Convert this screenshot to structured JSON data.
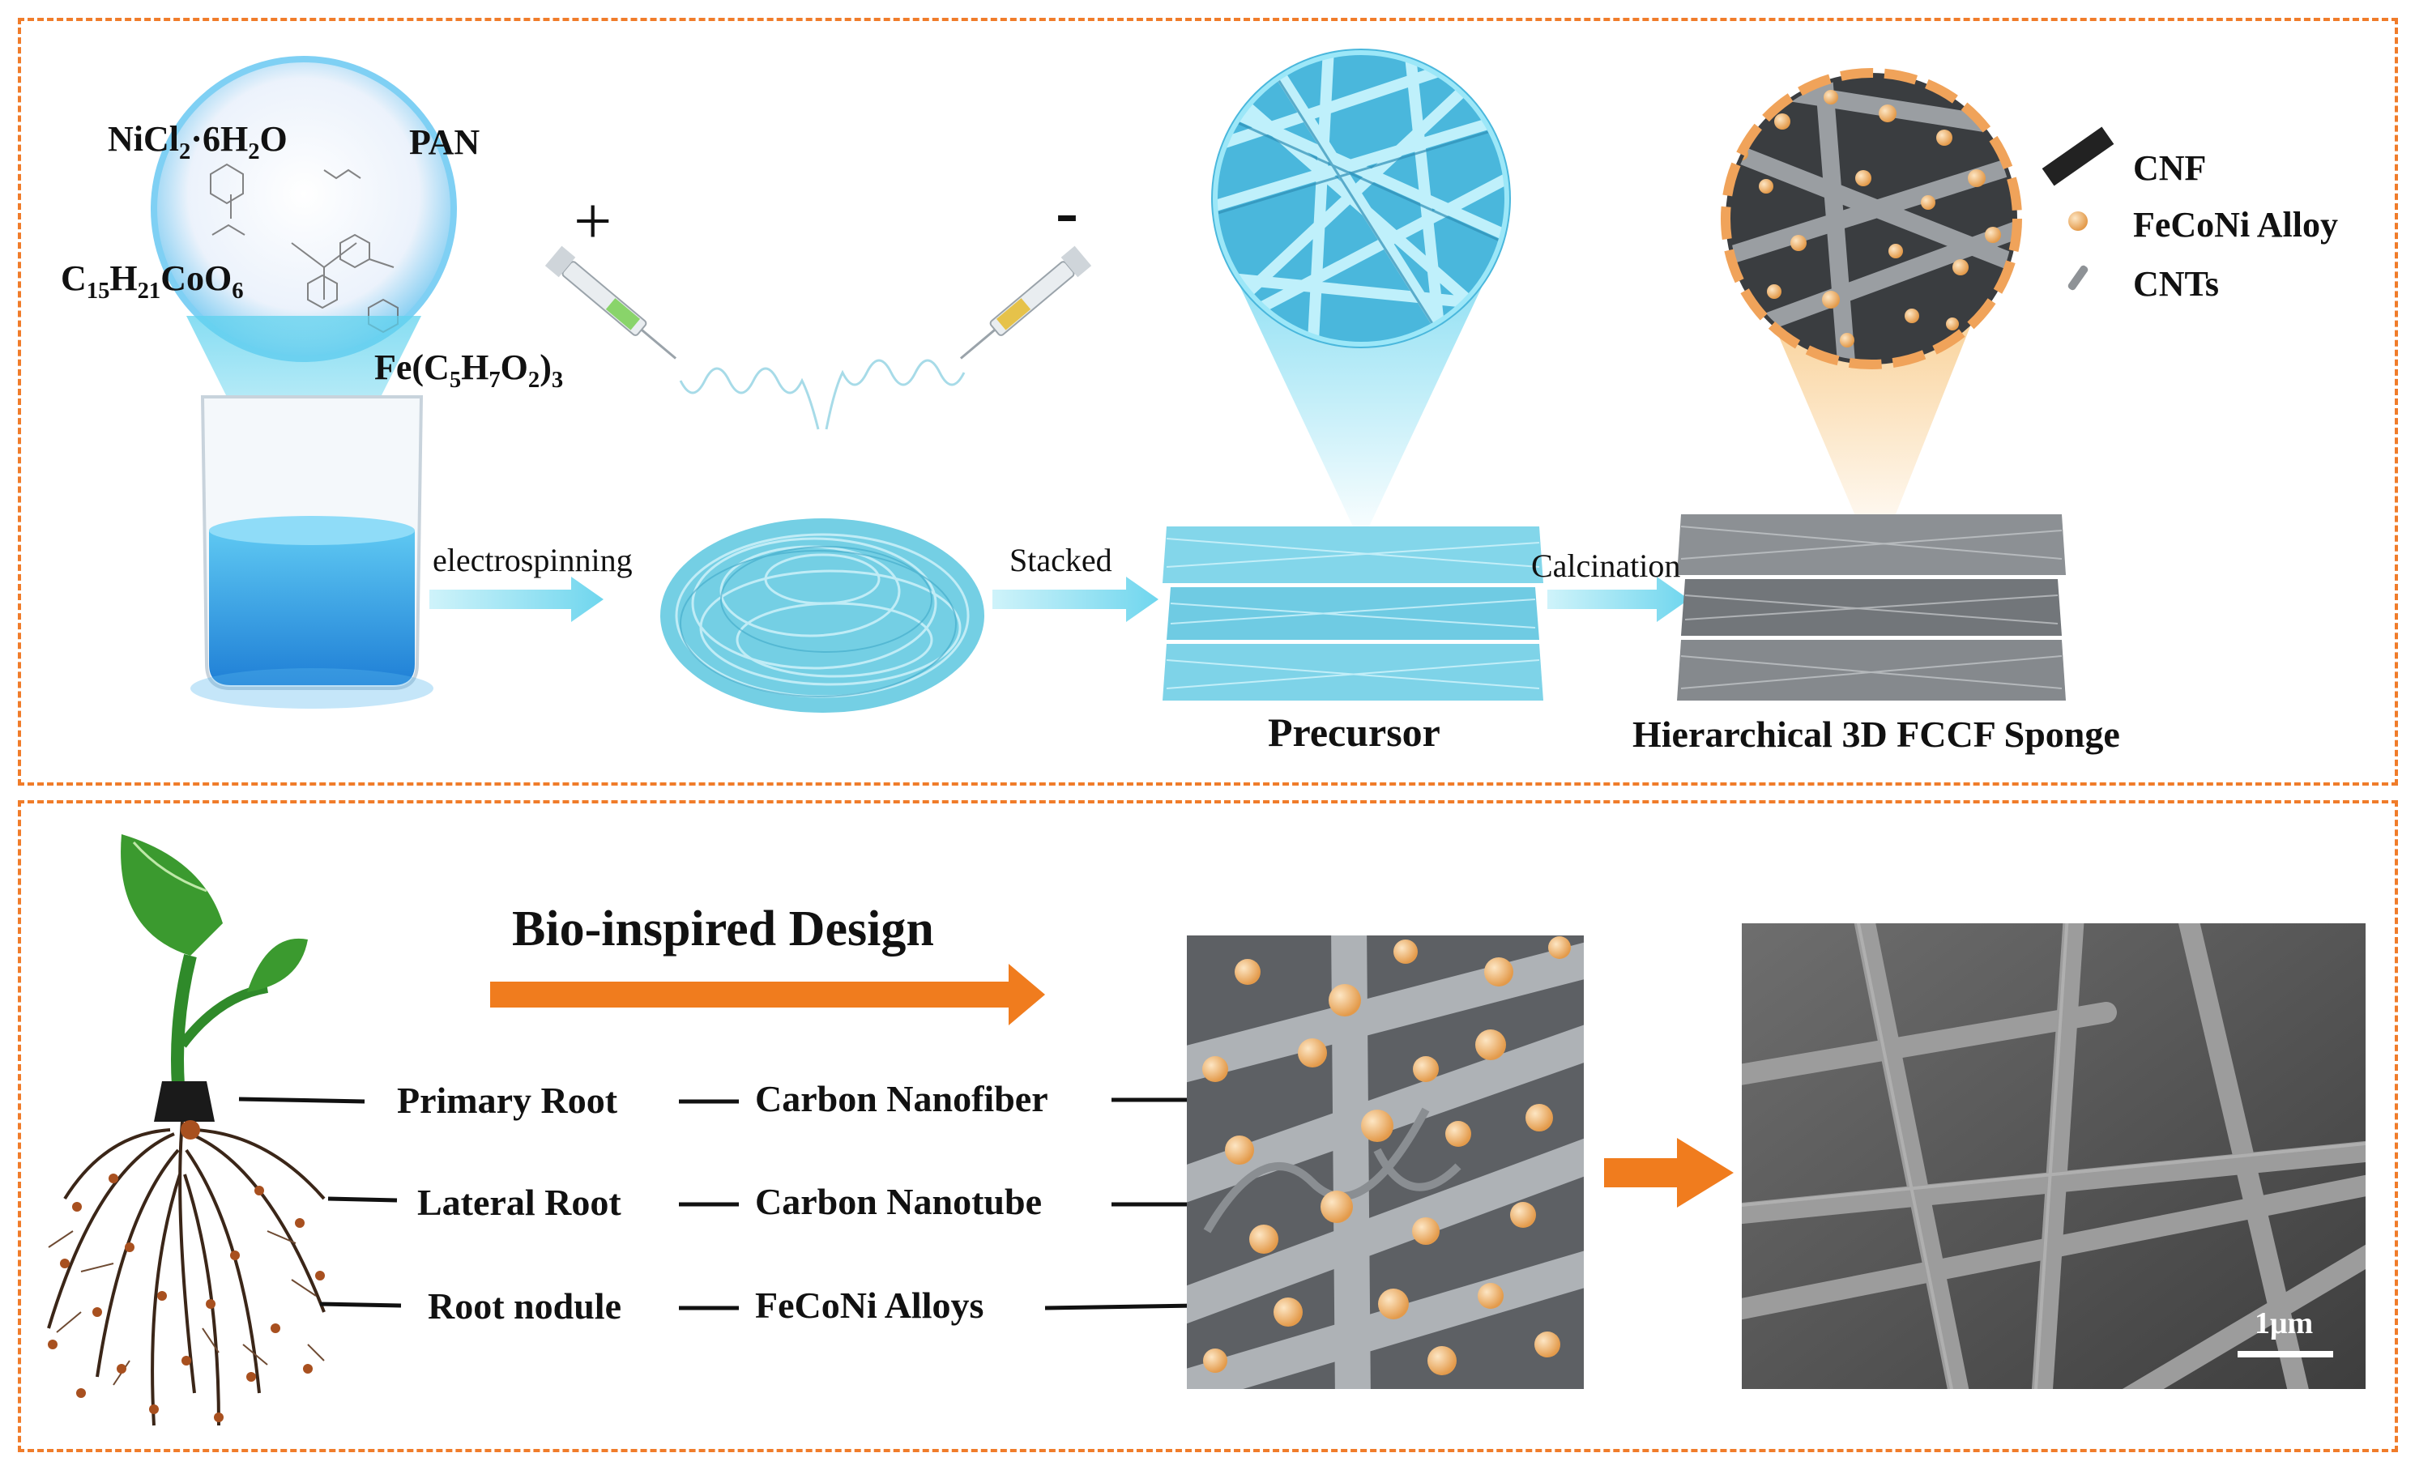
{
  "top": {
    "reagents": {
      "nicl2": [
        "NiCl",
        "2",
        "·6H",
        "2",
        "O"
      ],
      "pan": "PAN",
      "cobalt": [
        "C",
        "15",
        "H",
        "21",
        "CoO",
        "6"
      ],
      "iron": [
        "Fe(C",
        "5",
        "H",
        "7",
        "O",
        "2",
        ")",
        "3"
      ]
    },
    "polarity": {
      "plus": "+",
      "minus": "-"
    },
    "steps": {
      "electrospinning": "electrospinning",
      "stacked": "Stacked",
      "calcination": "Calcination"
    },
    "captions": {
      "precursor": "Precursor",
      "sponge": "Hierarchical 3D FCCF Sponge"
    },
    "legend": [
      {
        "label": "CNF",
        "icon": "cnf-bar-icon"
      },
      {
        "label": "FeCoNi Alloy",
        "icon": "alloy-sphere-icon"
      },
      {
        "label": "CNTs",
        "icon": "cnt-tube-icon"
      }
    ]
  },
  "bottom": {
    "title": "Bio-inspired Design",
    "rows": [
      {
        "bio": "Primary Root",
        "material": "Carbon Nanofiber"
      },
      {
        "bio": "Lateral Root",
        "material": "Carbon Nanotube"
      },
      {
        "bio": "Root nodule",
        "material": "FeCoNi Alloys"
      }
    ],
    "scale_bar": "1μm"
  },
  "colors": {
    "border": "#f07c2a",
    "arrow_orange": "#f07c1e",
    "arrow_cyan": "#8fe3f2",
    "fiber_blue": "#6ccde6",
    "fiber_gray": "#8a8e92",
    "alloy": "#f1b26a"
  }
}
